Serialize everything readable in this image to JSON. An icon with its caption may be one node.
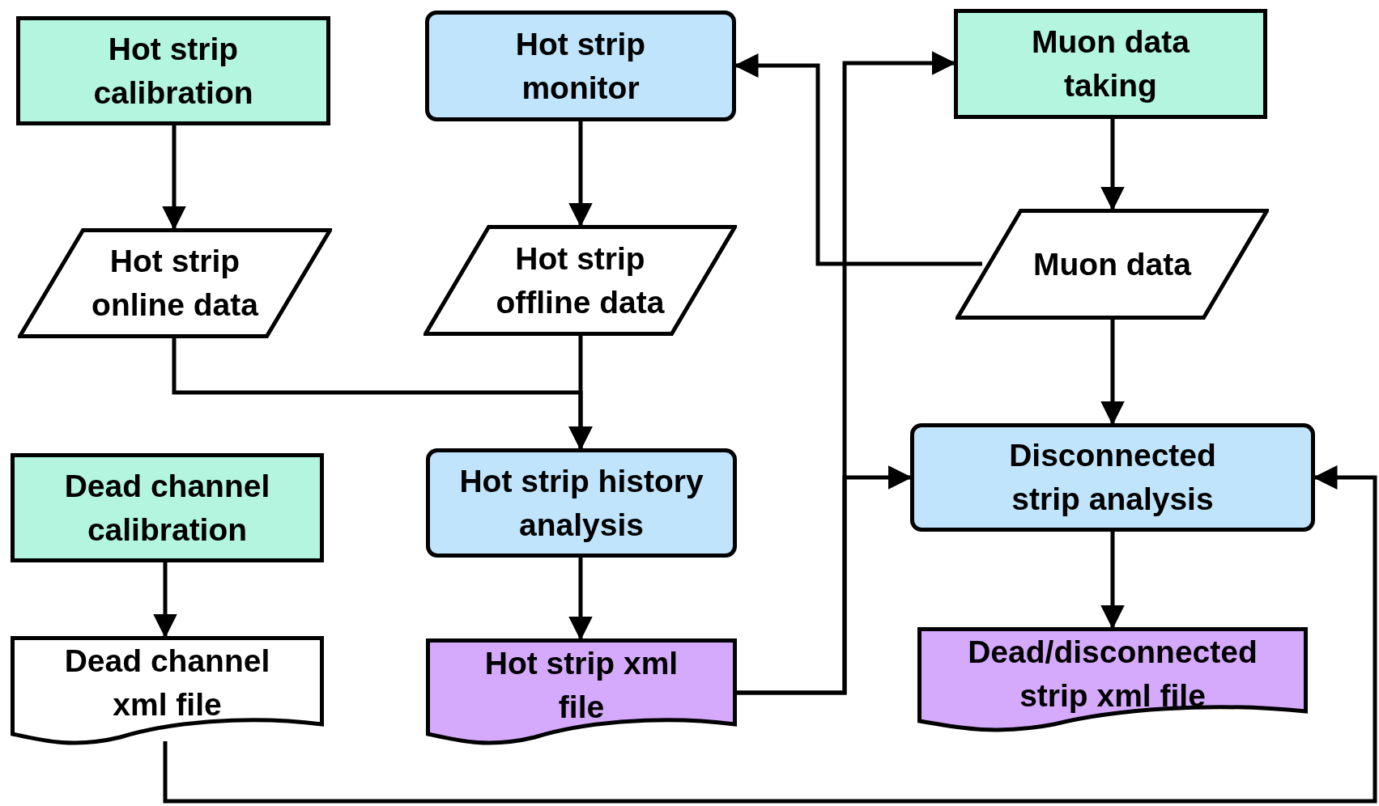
{
  "diagram": {
    "nodes": [
      {
        "text": [
          "Hot strip calibration"
        ]
      },
      {
        "text": [
          "Hot strip monitor"
        ]
      },
      {
        "text": [
          "Muon data taking"
        ]
      },
      {
        "text": [
          "Hot strip online data"
        ]
      },
      {
        "text": [
          "Hot strip offline data"
        ]
      },
      {
        "text": [
          "Muon data"
        ]
      },
      {
        "text": [
          "Dead channel calibration"
        ]
      },
      {
        "text": [
          "Hot strip history analysis"
        ]
      },
      {
        "text": [
          "Disconnected strip analysis"
        ]
      },
      {
        "text": [
          "Dead channel xml file"
        ]
      },
      {
        "text": [
          "Hot strip xml file"
        ]
      },
      {
        "text": [
          "Dead/disconnected strip xml file"
        ]
      }
    ],
    "edges": [
      {
        "from": 0,
        "to": 3,
        "arrow": "to"
      },
      {
        "from": 1,
        "to": 4,
        "arrow": "to"
      },
      {
        "from": 2,
        "to": 5,
        "arrow": "to"
      },
      {
        "from": 3,
        "to": 7,
        "arrow": "to"
      },
      {
        "from": 4,
        "to": 7,
        "arrow": "to"
      },
      {
        "from": 5,
        "to": 1,
        "arrow": "to"
      },
      {
        "from": 5,
        "to": 8,
        "arrow": "to"
      },
      {
        "from": 6,
        "to": 9,
        "arrow": "to"
      },
      {
        "from": 7,
        "to": 10,
        "arrow": "to"
      },
      {
        "from": 10,
        "to": 2,
        "arrow": "to"
      },
      {
        "from": 10,
        "to": 8,
        "arrow": "to"
      },
      {
        "from": 8,
        "to": 11,
        "arrow": "to"
      },
      {
        "from": 9,
        "to": 8,
        "arrow": "to"
      }
    ]
  }
}
